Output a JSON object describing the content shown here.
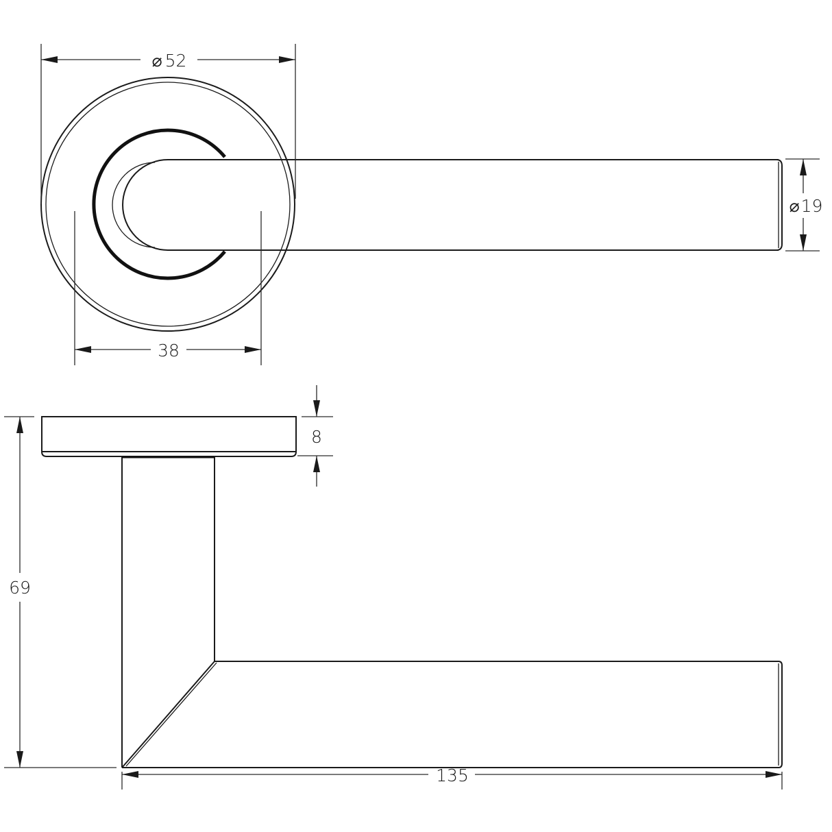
{
  "drawing": {
    "title": "Lever handle on round rose - dimensioned drawing",
    "units": "mm",
    "dimensions": {
      "rose_diameter": {
        "label": "52",
        "prefix": "⌀"
      },
      "rose_base": {
        "label": "38"
      },
      "lever_diameter": {
        "label": "19",
        "prefix": "⌀"
      },
      "rose_thickness": {
        "label": "8"
      },
      "projection": {
        "label": "69"
      },
      "lever_length": {
        "label": "135"
      }
    },
    "views": [
      "front-view",
      "side-view"
    ]
  }
}
